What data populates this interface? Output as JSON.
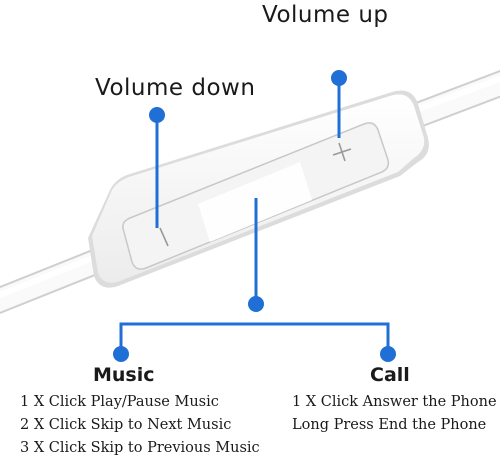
{
  "labels": {
    "volume_up": "Volume up",
    "volume_down": "Volume down"
  },
  "music": {
    "title": "Music",
    "lines": [
      "1 X Click Play/Pause Music",
      "2 X Click Skip to Next Music",
      "3 X Click Skip to Previous Music"
    ]
  },
  "call": {
    "title": "Call",
    "lines": [
      "1 X Click Answer the Phone",
      "Long Press End the Phone"
    ]
  },
  "colors": {
    "accent": "#1f6fd6",
    "text": "#1a1a1a"
  }
}
